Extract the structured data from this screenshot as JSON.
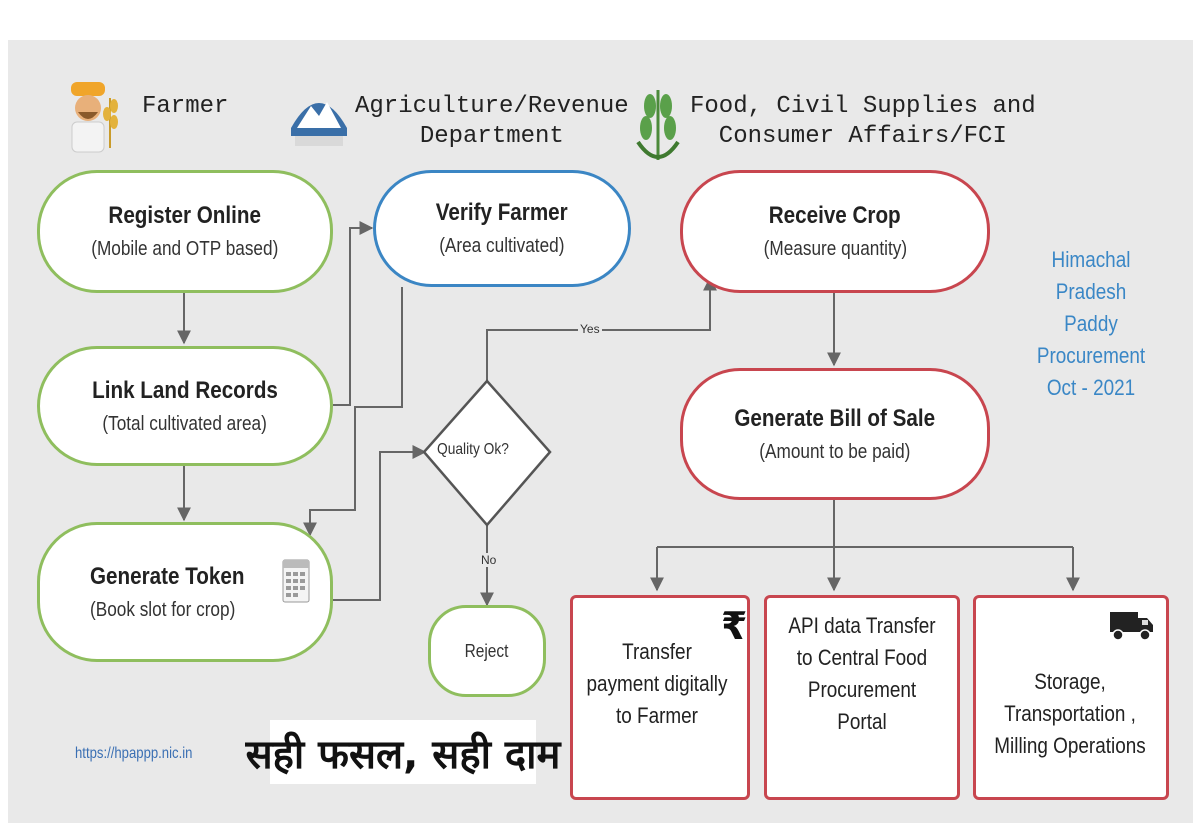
{
  "headers": {
    "farmer": "Farmer",
    "agriculture": "Agriculture/Revenue\nDepartment",
    "food": "Food, Civil Supplies and\nConsumer Affairs/FCI"
  },
  "nodes": {
    "register": {
      "title": "Register Online",
      "sub": "(Mobile and OTP based)"
    },
    "link": {
      "title": "Link Land Records",
      "sub": "(Total cultivated area)"
    },
    "token": {
      "title": "Generate Token",
      "sub": "(Book slot for crop)"
    },
    "verify": {
      "title": "Verify Farmer",
      "sub": "(Area cultivated)"
    },
    "quality": "Quality Ok?",
    "reject": "Reject",
    "receive": {
      "title": "Receive Crop",
      "sub": "(Measure quantity)"
    },
    "bill": {
      "title": "Generate Bill of Sale",
      "sub": "(Amount to be paid)"
    },
    "transfer": "Transfer\npayment digitally\nto Farmer",
    "api": "API data Transfer\nto Central Food\nProcurement\nPortal",
    "storage": "Storage,\nTransportation ,\nMilling Operations"
  },
  "edge_labels": {
    "yes": "Yes",
    "no": "No"
  },
  "side_text": "Himachal\nPradesh\nPaddy\nProcurement\nOct - 2021",
  "url": "https://hpappp.nic.in",
  "slogan": "सही फसल, सही दाम",
  "rupee_symbol": "₹",
  "colors": {
    "green": "#8fbe5e",
    "blue": "#3b86c4",
    "red": "#c8464f",
    "side_text": "#3a87c6",
    "background": "#e9e9e9"
  },
  "icons": [
    "farmer-icon",
    "himachal-emblem-icon",
    "fci-wheat-logo-icon",
    "calendar-icon",
    "rupee-icon",
    "truck-icon"
  ]
}
